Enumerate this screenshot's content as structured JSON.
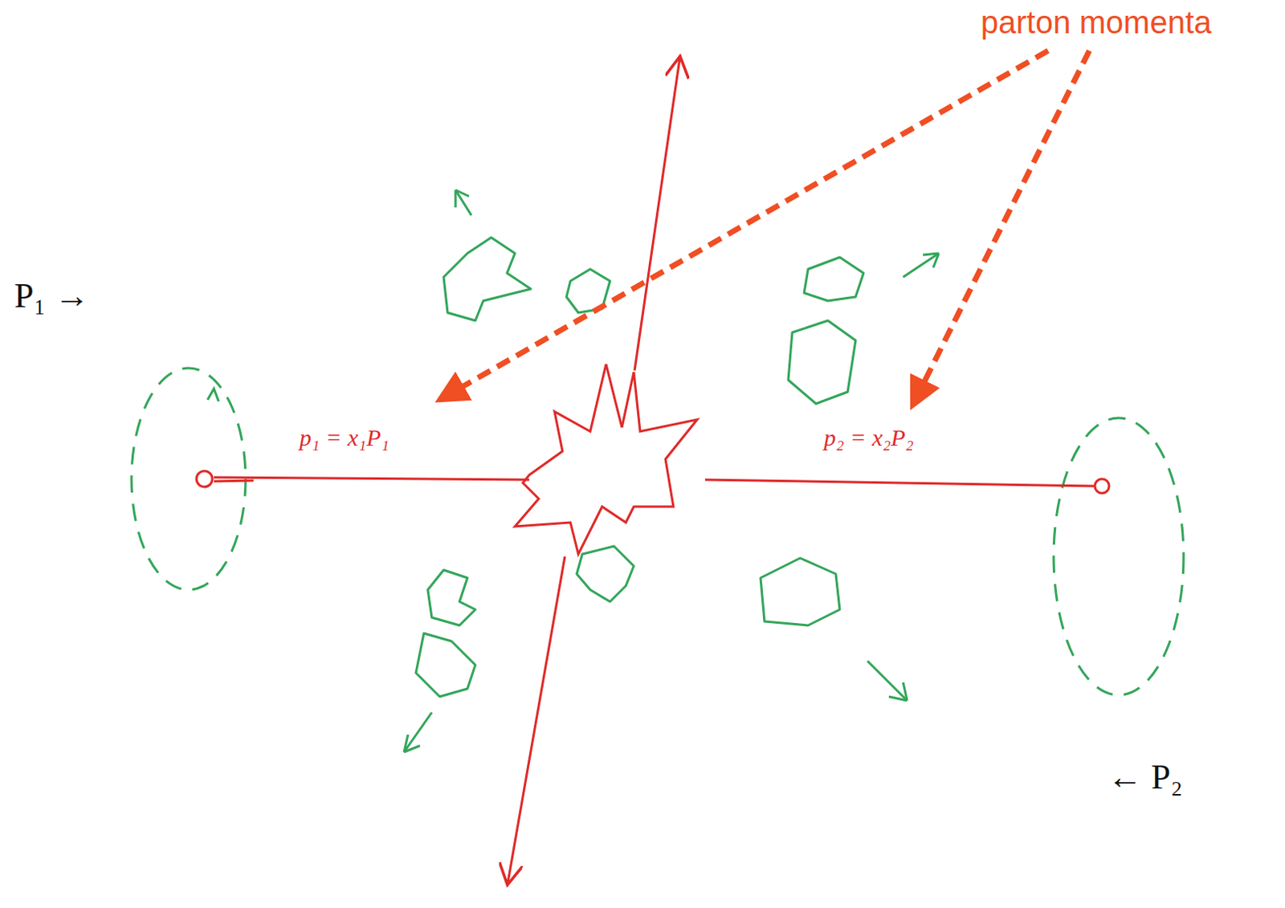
{
  "diagram": {
    "labels": [
      "parton momenta",
      "P₁ →",
      "p₁ = x₁P₁",
      "p₂ = x₂P₂",
      "← P₂"
    ]
  }
}
